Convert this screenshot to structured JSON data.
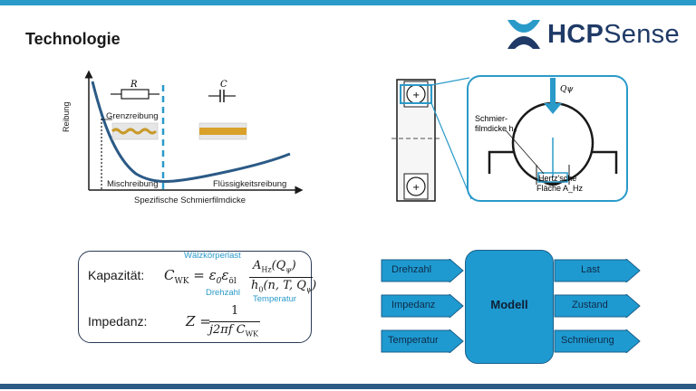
{
  "slide": {
    "title": "Technologie",
    "logo": {
      "part1": "HCP",
      "part2": "Sense"
    }
  },
  "friction_chart": {
    "ylabel": "Reibung",
    "xlabel": "Spezifische Schmierfilmdicke",
    "region_left": "Mischreibung",
    "region_right": "Flüssigkeitsreibung",
    "boundary_label": "Grenzreibung",
    "resistor_symbol": "R",
    "capacitor_symbol": "C"
  },
  "bearing_diagram": {
    "load_label": "Qψ",
    "film_label_line1": "Schmier-",
    "film_label_line2": "filmdicke h₀",
    "contact_label_line1": "Hertz'sche",
    "contact_label_line2": "Fläche A_Hz"
  },
  "formulas": {
    "kapazitaet_label": "Kapazität:",
    "impedanz_label": "Impedanz:",
    "annotation_load": "Wälzkörperlast",
    "annotation_speed": "Drehzahl",
    "annotation_temp": "Temperatur"
  },
  "model_diagram": {
    "inputs": [
      "Drehzahl",
      "Impedanz",
      "Temperatur"
    ],
    "center": "Modell",
    "outputs": [
      "Last",
      "Zustand",
      "Schmierung"
    ]
  },
  "colors": {
    "accent": "#2a9ac9",
    "dark": "#1f3a66",
    "model": "#1e9ad0"
  }
}
